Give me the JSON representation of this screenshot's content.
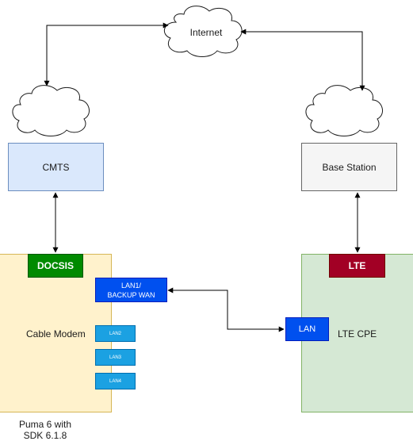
{
  "nodes": {
    "internet": "Internet",
    "cmts": "CMTS",
    "base_station": "Base Station",
    "cable_modem": "Cable Modem",
    "lte_cpe": "LTE CPE"
  },
  "badges": {
    "docsis": "DOCSIS",
    "lte": "LTE"
  },
  "ports": {
    "lan1_line1": "LAN1/",
    "lan1_line2": "BACKUP WAN",
    "lan2": "LAN2",
    "lan3": "LAN3",
    "lan4": "LAN4",
    "cpe_lan": "LAN"
  },
  "footnote": {
    "line1": "Puma 6 with",
    "line2": "SDK 6.1.8"
  },
  "colors": {
    "cmts_fill": "#dae8fc",
    "cmts_stroke": "#6c8ebf",
    "base_fill": "#f5f5f5",
    "base_stroke": "#666666",
    "modem_fill": "#fff2cc",
    "modem_stroke": "#d6b656",
    "cpe_fill": "#d5e8d4",
    "cpe_stroke": "#82b366",
    "docsis": "#008a00",
    "lte": "#a20025",
    "port_dark": "#0050ef",
    "port_light": "#1ba1e2"
  }
}
